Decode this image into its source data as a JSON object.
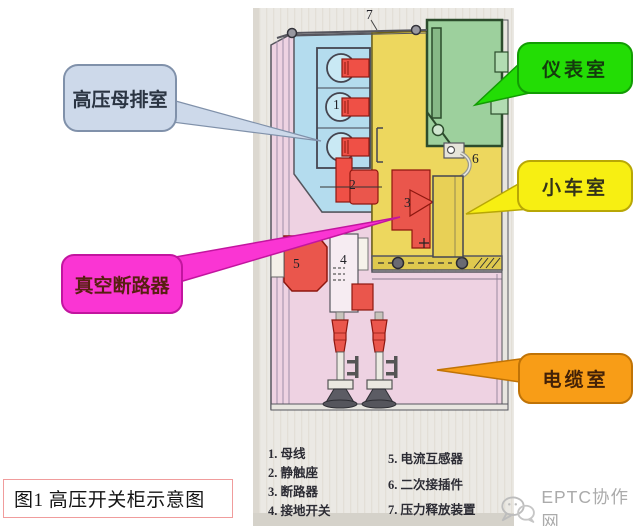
{
  "figure": {
    "caption": "图1 高压开关柜示意图"
  },
  "callouts": {
    "busbar_room": {
      "label": "高压母排室",
      "fill": "#cdd9ea",
      "border": "#8091aa"
    },
    "vacuum_breaker": {
      "label": "真空断路器",
      "fill": "#fa35d3",
      "border": "#c2159f"
    },
    "instrument_room": {
      "label": "仪表室",
      "fill": "#23dd05",
      "border": "#129c03"
    },
    "trolley_room": {
      "label": "小车室",
      "fill": "#f7ef12",
      "border": "#b8a705"
    },
    "cable_room": {
      "label": "电缆室",
      "fill": "#f89d17",
      "border": "#c07306"
    }
  },
  "diagram": {
    "part_numbers": [
      "1",
      "2",
      "3",
      "4",
      "5",
      "6",
      "7"
    ],
    "room_colors": {
      "busbar_room": "#b4dcee",
      "trolley_room": "#edd75e",
      "instrument_room": "#9dd09d",
      "cable_room": "#eed2e2",
      "component_red": "#ef5046"
    }
  },
  "legend": {
    "col1": [
      "1. 母线",
      "2. 静触座",
      "3. 断路器",
      "4. 接地开关"
    ],
    "col2": [
      "5. 电流互感器",
      "6. 二次接插件",
      "7. 压力释放装置"
    ]
  },
  "watermark": {
    "text": "EPTC协作网",
    "icon": "wechat-icon"
  }
}
